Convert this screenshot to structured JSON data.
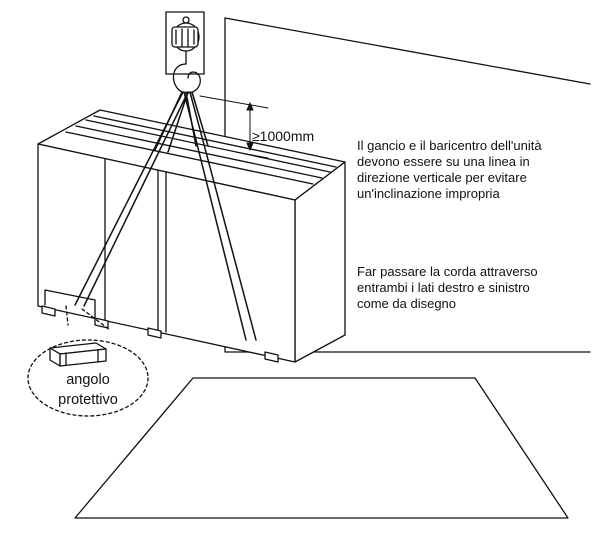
{
  "dimension": {
    "clearance": "≥1000mm"
  },
  "notes": {
    "hook_alignment": [
      "Il gancio e il baricentro dell'unità",
      "devono essere su una linea in",
      "direzione verticale per evitare",
      "un'inclinazione impropria"
    ],
    "rope_routing": [
      "Far passare la corda attraverso",
      "entrambi i lati destro e sinistro",
      "come da disegno"
    ]
  },
  "callout": {
    "line1": "angolo",
    "line2": "protettivo"
  }
}
